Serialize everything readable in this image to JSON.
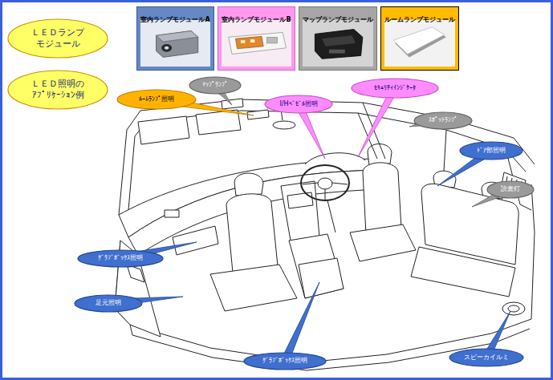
{
  "diagram": {
    "nodes": [
      {
        "text": [
          "ＬＥＤランプ モジュール"
        ]
      },
      {
        "text": [
          "室内ランプモジュールA"
        ]
      },
      {
        "text": [
          "室内ランプモジュールB"
        ]
      },
      {
        "text": [
          "マップランプモジュール"
        ]
      },
      {
        "text": [
          "ルームランプモジュール"
        ]
      },
      {
        "text": [
          "ＬＥＤ照明の ｱﾌﾟﾘｹｰｼｮﾝ例"
        ]
      },
      {
        "text": [
          "ﾏｯﾌﾟﾗﾝﾌﾟ"
        ]
      },
      {
        "text": [
          "ｾｷｭﾘﾃｨｲﾝｼﾞｹｰﾀ"
        ]
      },
      {
        "text": [
          "ﾙｰﾑﾗﾝﾌﾟ照明"
        ]
      },
      {
        "text": [
          "I/Hﾍﾞｾﾞﾙ照明"
        ]
      },
      {
        "text": [
          "ｽﾎﾟｯﾄﾗﾝﾌﾟ"
        ]
      },
      {
        "text": [
          "ﾄﾞｱ部照明"
        ]
      },
      {
        "text": [
          "読書灯"
        ]
      },
      {
        "text": [
          "ｸﾞﾗﾌﾞﾎﾞｯｸｽ照明"
        ]
      },
      {
        "text": [
          "足元照明"
        ]
      },
      {
        "text": [
          "ｸﾞﾗﾌﾞﾎﾞｯｸｽ照明"
        ]
      },
      {
        "text": [
          "スピーカイルミ"
        ]
      }
    ]
  }
}
